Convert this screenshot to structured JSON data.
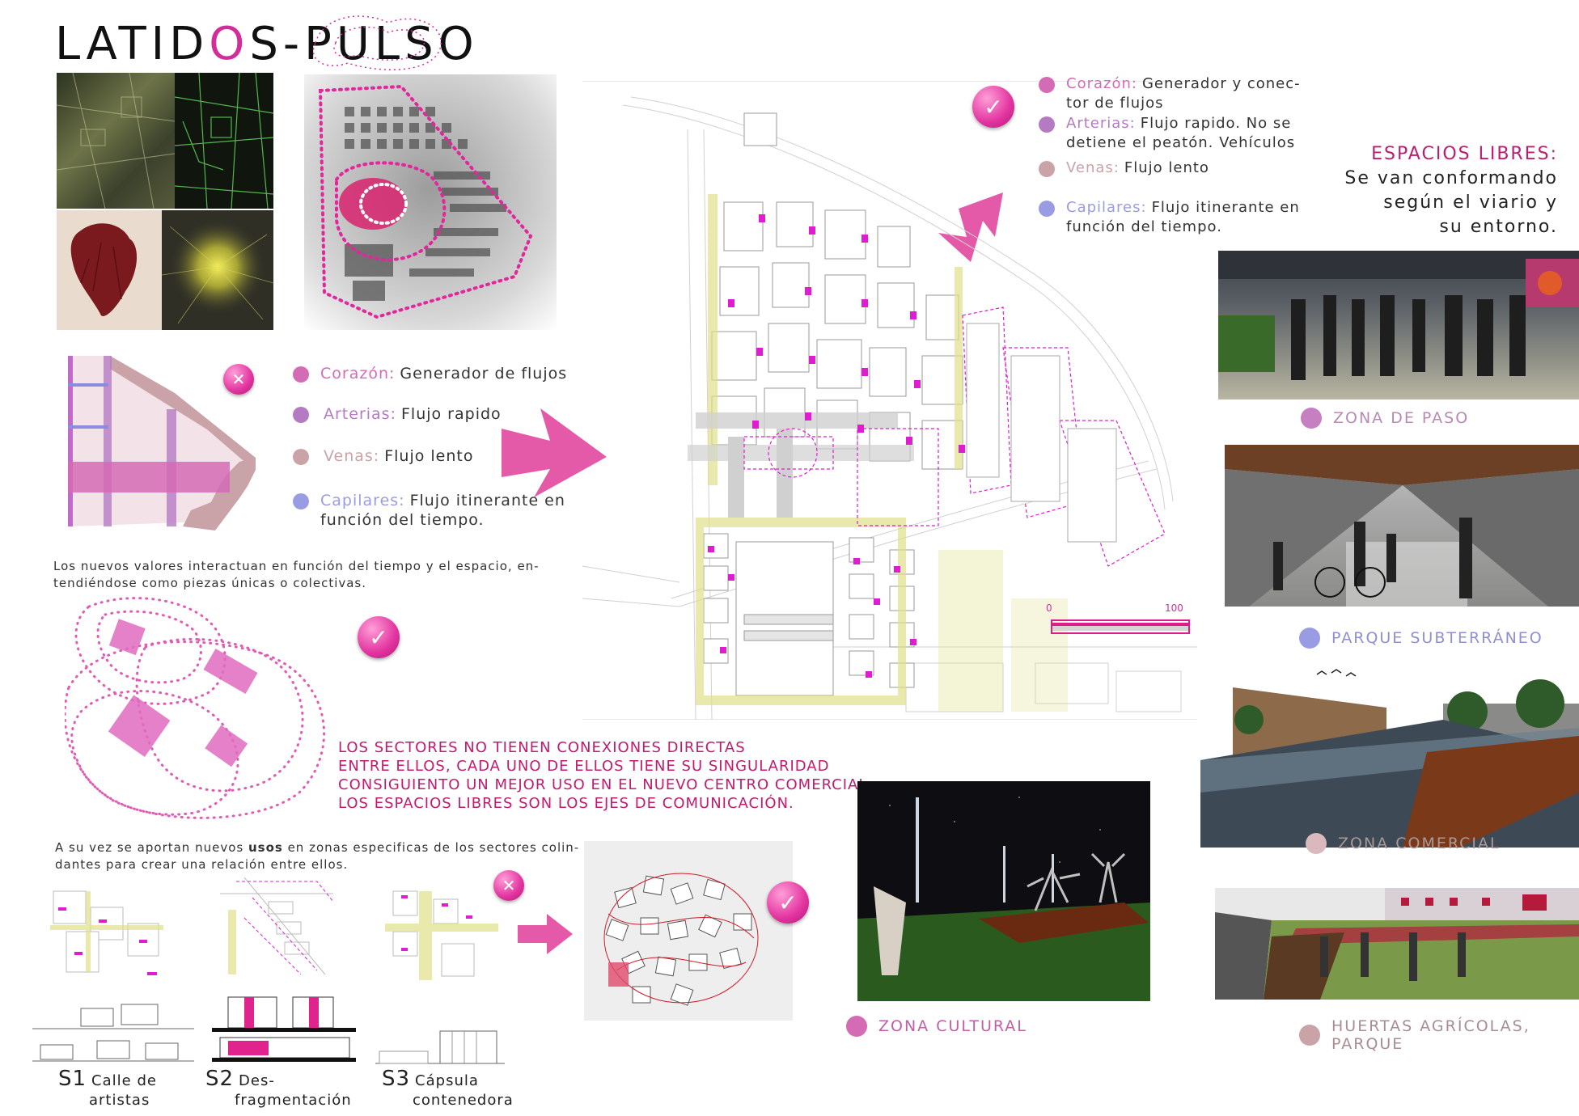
{
  "title": {
    "prefix": "LATID",
    "highlight": "O",
    "suffix": "S-PULSO"
  },
  "legend_top": [
    {
      "keyword": "Corazón:",
      "text": "Generador y conec-",
      "text2": "tor de flujos",
      "color": "#d46bb5"
    },
    {
      "keyword": "Arterias:",
      "text": "Flujo rapido. No se",
      "text2": "detiene el peatón. Vehículos",
      "color": "#b57bc2"
    },
    {
      "keyword": "Venas:",
      "text": "Flujo lento",
      "text2": "",
      "color": "#c9a3a7"
    },
    {
      "keyword": "Capilares:",
      "text": "Flujo itinerante en",
      "text2": "función del tiempo.",
      "color": "#9a9ce3"
    }
  ],
  "legend_mid": [
    {
      "keyword": "Corazón:",
      "text": "Generador de flujos",
      "text2": "",
      "color": "#d46bb5"
    },
    {
      "keyword": "Arterias:",
      "text": "Flujo rapido",
      "text2": "",
      "color": "#b57bc2"
    },
    {
      "keyword": "Venas:",
      "text": "Flujo lento",
      "text2": "",
      "color": "#c9a3a7"
    },
    {
      "keyword": "Capilares:",
      "text": "Flujo itinerante en",
      "text2": "función del tiempo.",
      "color": "#9a9ce3"
    }
  ],
  "espacios": {
    "heading": "ESPACIOS LIBRES:",
    "line1": "Se van conformando",
    "line2": "según el viario y",
    "line3": "su entorno."
  },
  "interact_text": {
    "line1": "Los nuevos valores interactuan en función del tiempo y el espacio, en-",
    "line2": "tendiéndose como piezas únicas o colectivas."
  },
  "sectors_text": [
    "LOS SECTORES NO TIENEN CONEXIONES DIRECTAS",
    "ENTRE ELLOS, CADA UNO DE ELLOS TIENE SU SINGULARIDAD",
    "CONSIGUIENTO UN MEJOR USO EN EL NUEVO CENTRO COMERCIAL.",
    "LOS ESPACIOS LIBRES SON LOS EJES DE COMUNICACIÓN."
  ],
  "usos_text": {
    "line1_a": "A su vez se aportan nuevos ",
    "line1_b": "usos",
    "line1_c": " en zonas especificas de los sectores colin-",
    "line2": "dantes para crear una relación entre ellos."
  },
  "scale": {
    "min": "0",
    "max": "100"
  },
  "captions": [
    {
      "label": "ZONA DE PASO",
      "color": "#c67fc0",
      "text_color": "#b88ab3"
    },
    {
      "label": "PARQUE SUBTERRÁNEO",
      "color": "#9a9ce3",
      "text_color": "#8f90d0"
    },
    {
      "label": "ZONA COMERCIAL",
      "color": "#d9b9bb",
      "text_color": "#a89898"
    },
    {
      "label": "ZONA CULTURAL",
      "color": "#d46bb5",
      "text_color": "#c05fa8"
    },
    {
      "label": "HUERTAS AGRÍCOLAS, PARQUE",
      "color": "#c9a3a7",
      "text_color": "#a88e92"
    }
  ],
  "sections": [
    {
      "code": "S1",
      "line1": "Calle de",
      "line2": "artistas"
    },
    {
      "code": "S2",
      "line1": "Des-",
      "line2": "fragmentación"
    },
    {
      "code": "S3",
      "line1": "Cápsula",
      "line2": "contenedora"
    }
  ],
  "icons": {
    "check": "✓",
    "cross": "✕"
  }
}
